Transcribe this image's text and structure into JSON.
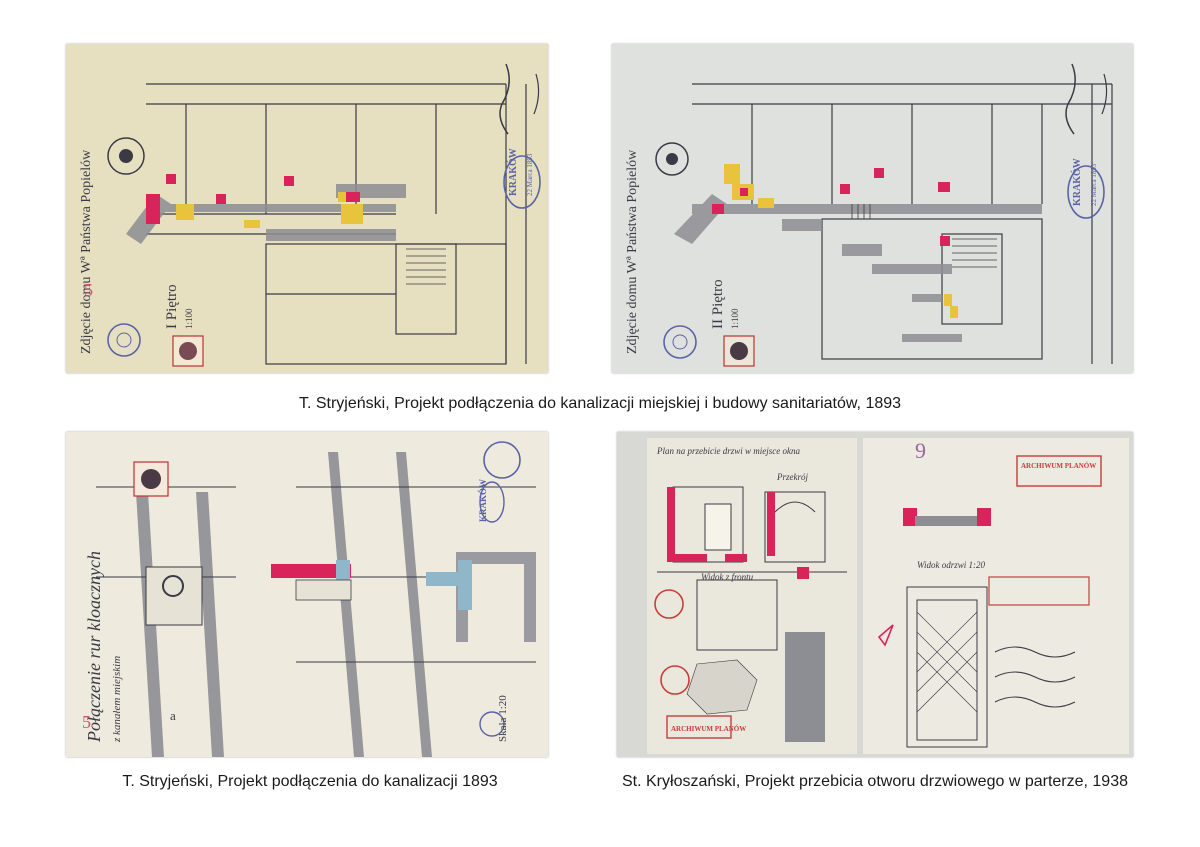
{
  "captions": {
    "top": "T. Stryjeński, Projekt podłączenia do kanalizacji miejskiej i budowy sanitariatów, 1893",
    "bottom_left": "T. Stryjeński, Projekt podłączenia do kanalizacji 1893",
    "bottom_right": "St. Kryłoszański, Projekt przebicia otworu drzwiowego w parterze, 1938"
  },
  "plan1": {
    "title": "Zdjęcie domu Wª Państwa Popielów",
    "floor": "I Piętro",
    "scale": "1:100",
    "sheet_no": "5",
    "stamp_city": "KRAKÓW",
    "stamp_date": "22 Marca 1893"
  },
  "plan2": {
    "title": "Zdjęcie domu Wª Państwa Popielów",
    "floor": "II Piętro",
    "scale": "1:100",
    "stamp_city": "KRAKÓW",
    "stamp_date": "22 Marca 1893"
  },
  "plan3": {
    "title": "Połączenie rur kloacznych",
    "subtitle": "z kanałem miejskim",
    "scale": "Skala 1:20",
    "sheet_no": "5",
    "label_a": "a",
    "stamp_city": "KRAKÓW"
  },
  "plan4": {
    "title": "Plan na przebicie drzwi w miejsce okna",
    "label_front": "Przekrój",
    "label_view": "Widok z frontu",
    "sheet_no": "9",
    "label_view2": "Widok odrzwi 1:20",
    "archive_stamp": "ARCHIWUM PLANÓW",
    "archive_stamp2": "ARCHIWUM PLANÓW"
  },
  "colors": {
    "paper_warm": "#e6dfc0",
    "paper_cool": "#dfe1de",
    "paper_light": "#eeebde",
    "ink": "#3b3a44",
    "red_wash": "#d8245a",
    "yellow_wash": "#e7c43c",
    "grey_wash": "#8d8d94",
    "stamp_blue": "#5b63a8",
    "stamp_red": "#c83d3d"
  }
}
